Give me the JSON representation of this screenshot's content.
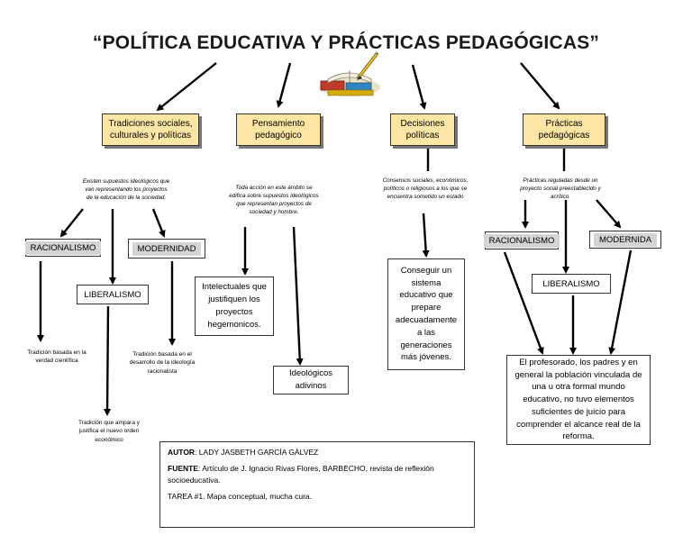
{
  "title": "“POLÍTICA EDUCATIVA Y PRÁCTICAS PEDAGÓGICAS”",
  "branches": [
    {
      "label": "Tradiciones sociales, culturales y políticas",
      "description": "Existen supuestos ideológicos que van representando los proyectos de la educación de la sociedad.",
      "concepts": [
        "RACIONALISMO",
        "LIBERALISMO",
        "MODERNIDAD"
      ],
      "notes": [
        "Tradición basada en la verdad científica",
        "Tradición que ampara y justifica el nuevo orden económico",
        "Tradición basada en el desarrollo de la ideología racionalista"
      ]
    },
    {
      "label": "Pensamiento pedagógico",
      "description": "Toda acción en este ámbito se edifica sobre supuestos ideológicos que representan proyectos de sociedad y hombre.",
      "results": [
        "Intelectuales que justifiquen los proyectos hegemonicos.",
        "Ideológicos adivinos"
      ]
    },
    {
      "label": "Decisiones políticas",
      "description": "Consensos sociales, económicos, políticos o religiosos a los que se encuentra sometido un estado",
      "result": "Conseguir un sistema educativo que prepare adecuadamente a las generaciones más jóvenes."
    },
    {
      "label": "Prácticas pedagógicas",
      "description": "Prácticas reguladas desde un proyecto social preestablecido y acrítico.",
      "concepts": [
        "RACIONALISMO",
        "LIBERALISMO",
        "MODERNIDA"
      ],
      "result": "El profesorado, los padres y en general la población vinculada de una u otra formal mundo educativo, no tuvo elementos suficientes de juicio para comprender el alcance real de la reforma."
    }
  ],
  "footer": {
    "author_label": "AUTOR",
    "author": ": LADY JASBETH GARCÍA GÁLVEZ",
    "source_label": "FUENTE",
    "source": ": Artículo de J. Ignacio Rivas Flores, BARBECHO, revista de reflexión socioeducativa.",
    "task": "TAREA #1. Mapa conceptual, mucha cura."
  },
  "colors": {
    "header_fill": "#fde5a3",
    "concept_fill": "#d4d4d4"
  },
  "icons": [
    "books-pencil-icon"
  ]
}
